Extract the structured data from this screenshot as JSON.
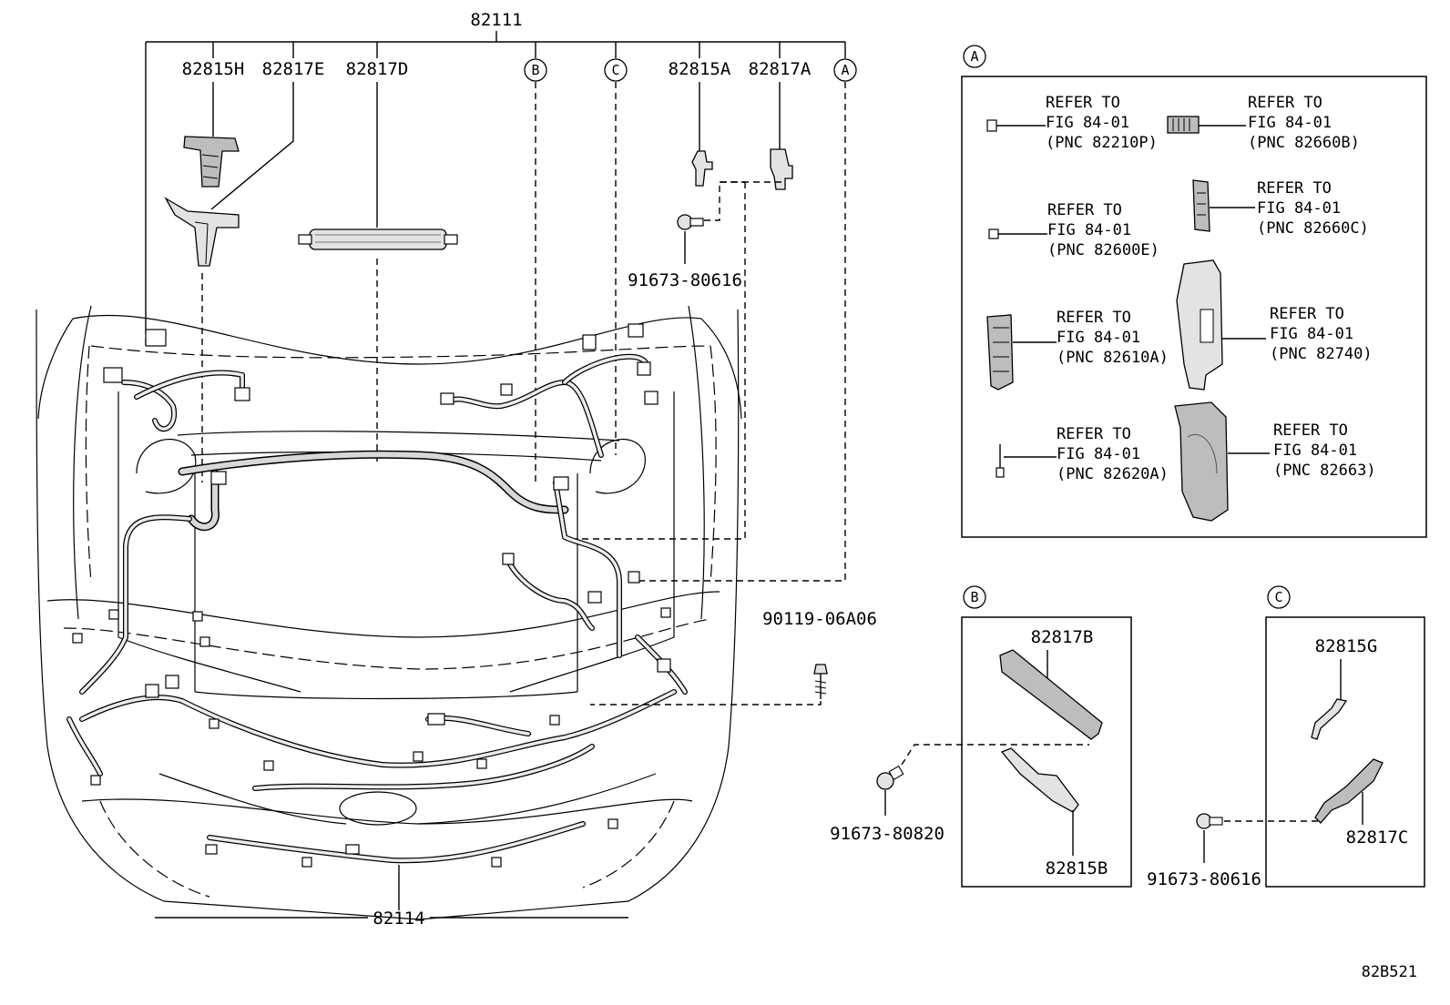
{
  "main_diagram": {
    "top_part": "82111",
    "bottom_part": "82114",
    "top_labels": [
      "82815H",
      "82817E",
      "82817D",
      "82815A",
      "82817A"
    ],
    "callouts": [
      "B",
      "C",
      "A"
    ],
    "bolt_1": "91673-80616",
    "bolt_2": "90119-06A06",
    "figure_code": "82B521"
  },
  "panel_a": {
    "letter": "A",
    "refs": [
      {
        "line1": "REFER TO",
        "line2": "FIG 84-01",
        "line3": "(PNC 82210P)"
      },
      {
        "line1": "REFER TO",
        "line2": "FIG 84-01",
        "line3": "(PNC 82660B)"
      },
      {
        "line1": "REFER TO",
        "line2": "FIG 84-01",
        "line3": "(PNC 82600E)"
      },
      {
        "line1": "REFER TO",
        "line2": "FIG 84-01",
        "line3": "(PNC 82660C)"
      },
      {
        "line1": "REFER TO",
        "line2": "FIG 84-01",
        "line3": "(PNC 82610A)"
      },
      {
        "line1": "REFER TO",
        "line2": "FIG 84-01",
        "line3": "(PNC 82740)"
      },
      {
        "line1": "REFER TO",
        "line2": "FIG 84-01",
        "line3": "(PNC 82620A)"
      },
      {
        "line1": "REFER TO",
        "line2": "FIG 84-01",
        "line3": "(PNC 82663)"
      }
    ]
  },
  "panel_b": {
    "letter": "B",
    "upper_part": "82817B",
    "lower_part": "82815B",
    "bolt": "91673-80820"
  },
  "panel_c": {
    "letter": "C",
    "upper_part": "82815G",
    "lower_part": "82817C",
    "bolt": "91673-80616"
  }
}
